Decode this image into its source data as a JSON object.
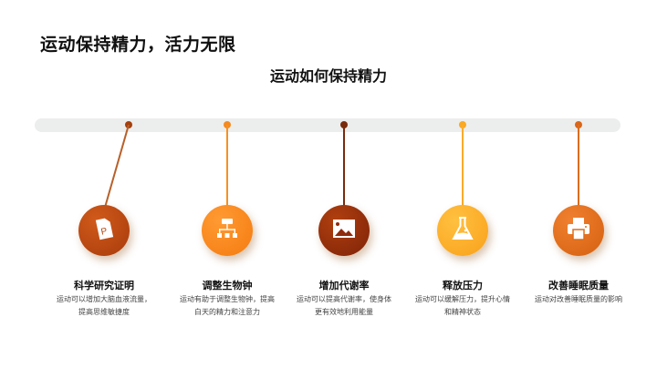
{
  "header": {
    "title": "运动保持精力，活力无限",
    "subtitle": "运动如何保持精力"
  },
  "timeline": {
    "items": [
      {
        "title": "科学研究证明",
        "desc": "运动可以增加大脑血液流量，提高思维敏捷度",
        "icon": "powerpoint-file-icon",
        "color": "#b8470f",
        "dot_color": "#a4400c"
      },
      {
        "title": "调整生物钟",
        "desc": "运动有助于调整生物钟，提高白天的精力和注意力",
        "icon": "hierarchy-icon",
        "color": "#f7861e",
        "dot_color": "#f5891f"
      },
      {
        "title": "增加代谢率",
        "desc": "运动可以提高代谢率，使身体更有效地利用能量",
        "icon": "image-icon",
        "color": "#8f2a0b",
        "dot_color": "#7a2a0c"
      },
      {
        "title": "释放压力",
        "desc": "运动可以缓解压力，提升心情和精神状态",
        "icon": "flask-icon",
        "color": "#fbaa22",
        "dot_color": "#f9a825"
      },
      {
        "title": "改善睡眠质量",
        "desc": "运动对改善睡眠质量的影响",
        "icon": "printer-icon",
        "color": "#e06d16",
        "dot_color": "#d9661a"
      }
    ]
  }
}
